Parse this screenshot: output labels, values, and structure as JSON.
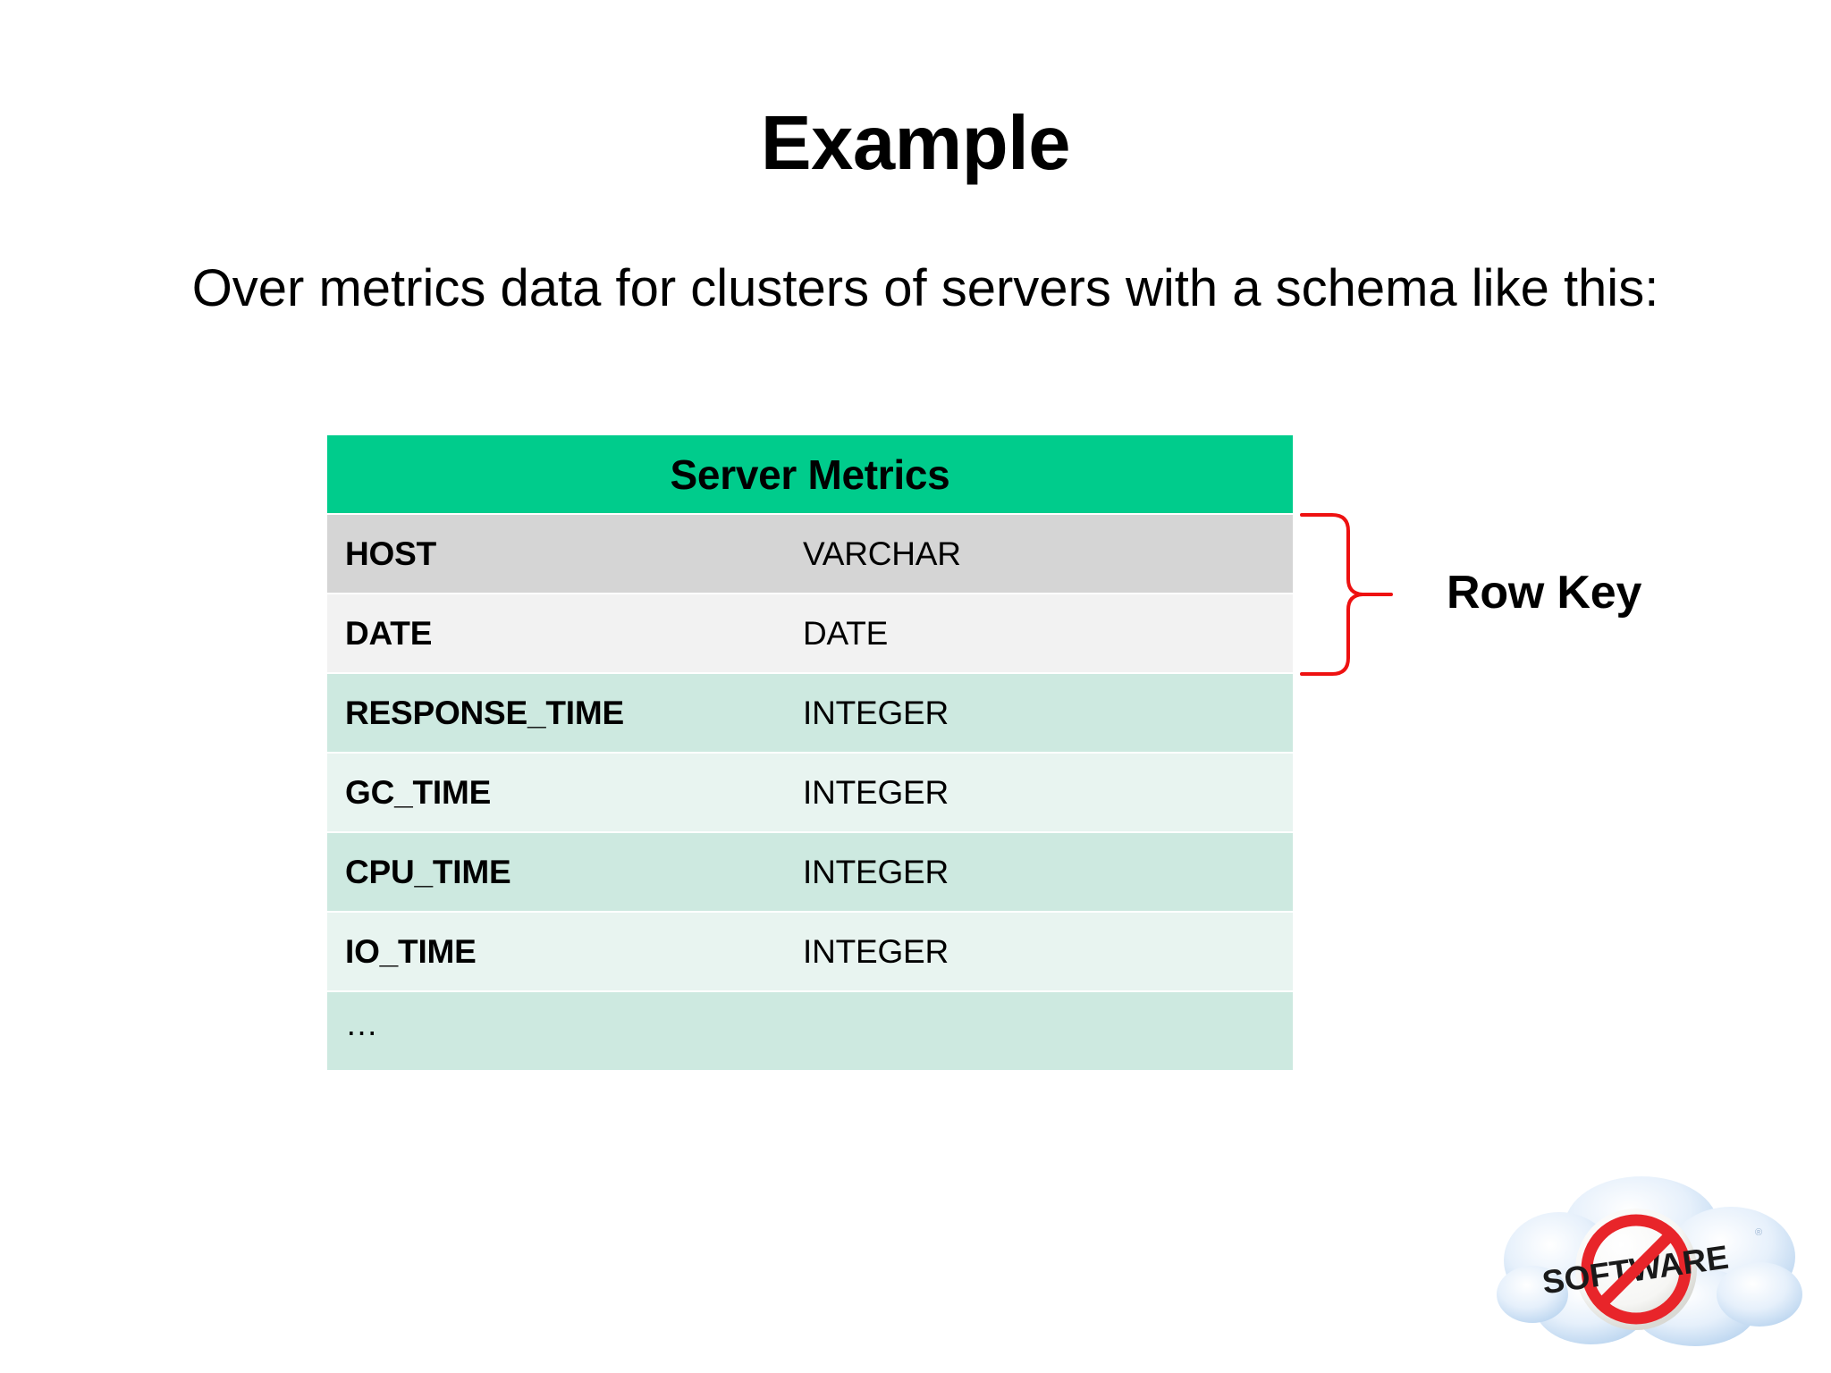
{
  "slide": {
    "title": "Example",
    "subtitle": "Over metrics data for clusters of servers with a schema like this:"
  },
  "table": {
    "header": "Server Metrics",
    "rows": [
      {
        "name": "HOST",
        "type": "VARCHAR",
        "tint": "tint-gray"
      },
      {
        "name": "DATE",
        "type": "DATE",
        "tint": "tint-offwhite"
      },
      {
        "name": "RESPONSE_TIME",
        "type": "INTEGER",
        "tint": "tint-mint"
      },
      {
        "name": "GC_TIME",
        "type": "INTEGER",
        "tint": "tint-mintlight"
      },
      {
        "name": "CPU_TIME",
        "type": "INTEGER",
        "tint": "tint-mint"
      },
      {
        "name": "IO_TIME",
        "type": "INTEGER",
        "tint": "tint-mintlight"
      },
      {
        "name": "…",
        "type": "",
        "tint": "tint-mint"
      }
    ]
  },
  "annotation": {
    "row_key_label": "Row Key",
    "brace_color": "#ee1111",
    "spans_rows": [
      "HOST",
      "DATE"
    ]
  },
  "logo": {
    "name": "no-software-cloud-logo",
    "text": "SOFTWARE",
    "cloud_color": "#cfe2f5",
    "prohibition_color": "#e8252a"
  },
  "colors": {
    "header_green": "#00cc8c",
    "row_gray": "#d5d5d5",
    "row_offwhite": "#f2f2f2",
    "row_mint": "#cde9e0",
    "row_mint_light": "#e8f4f0",
    "background": "#ffffff"
  }
}
